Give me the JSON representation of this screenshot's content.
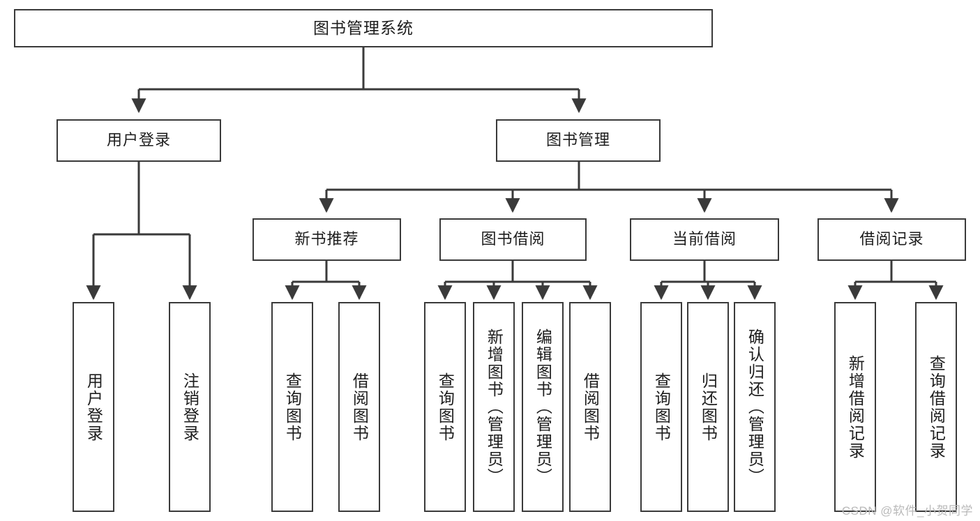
{
  "diagram": {
    "type": "tree-hierarchy",
    "title": "图书管理系统",
    "watermark": "CSDN @软件_小贺同学",
    "colors": {
      "box_border": "#3a3a3a",
      "box_fill": "#ffffff",
      "connector": "#3a3a3a",
      "text": "#1d1d1d",
      "watermark": "#b9b9b9"
    },
    "nodes": {
      "root": {
        "label": "图书管理系统"
      },
      "level2": [
        {
          "label": "用户登录"
        },
        {
          "label": "图书管理"
        }
      ],
      "level3": [
        {
          "label": "新书推荐"
        },
        {
          "label": "图书借阅"
        },
        {
          "label": "当前借阅"
        },
        {
          "label": "借阅记录"
        }
      ],
      "leaves": {
        "user_login": [
          {
            "label": "用户登录"
          },
          {
            "label": "注销登录"
          }
        ],
        "new_book_recommend": [
          {
            "label": "查询图书"
          },
          {
            "label": "借阅图书"
          }
        ],
        "book_borrow": [
          {
            "label": "查询图书"
          },
          {
            "label": "新增图书（管理员）"
          },
          {
            "label": "编辑图书（管理员）"
          },
          {
            "label": "借阅图书"
          }
        ],
        "current_borrow": [
          {
            "label": "查询图书"
          },
          {
            "label": "归还图书"
          },
          {
            "label": "确认归还（管理员）"
          }
        ],
        "borrow_record": [
          {
            "label": "新增借阅记录"
          },
          {
            "label": "查询借阅记录"
          }
        ]
      }
    }
  }
}
